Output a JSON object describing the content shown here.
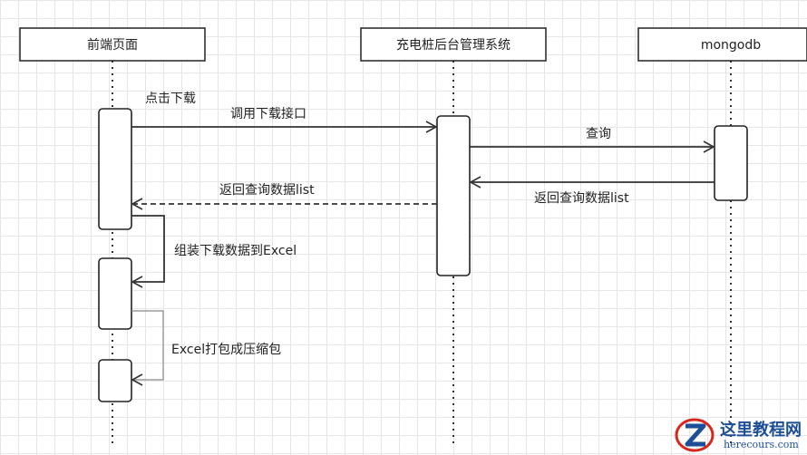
{
  "participants": {
    "frontend": "前端页面",
    "backend": "充电桩后台管理系统",
    "db": "mongodb"
  },
  "messages": {
    "click_download": "点击下载",
    "call_download_api": "调用下载接口",
    "query": "查询",
    "return_list_db": "返回查询数据list",
    "return_list_backend": "返回查询数据list",
    "assemble_excel": "组装下载数据到Excel",
    "zip_excel": "Excel打包成压缩包"
  },
  "watermark": {
    "title": "这里教程网",
    "url": "herecours.com"
  },
  "colors": {
    "line": "#333333",
    "box_border": "#222222",
    "box_fill": "#ffffff",
    "grid": "#e6e6e6",
    "watermark_blue": "#1d4f99",
    "watermark_red": "#d9261c"
  }
}
